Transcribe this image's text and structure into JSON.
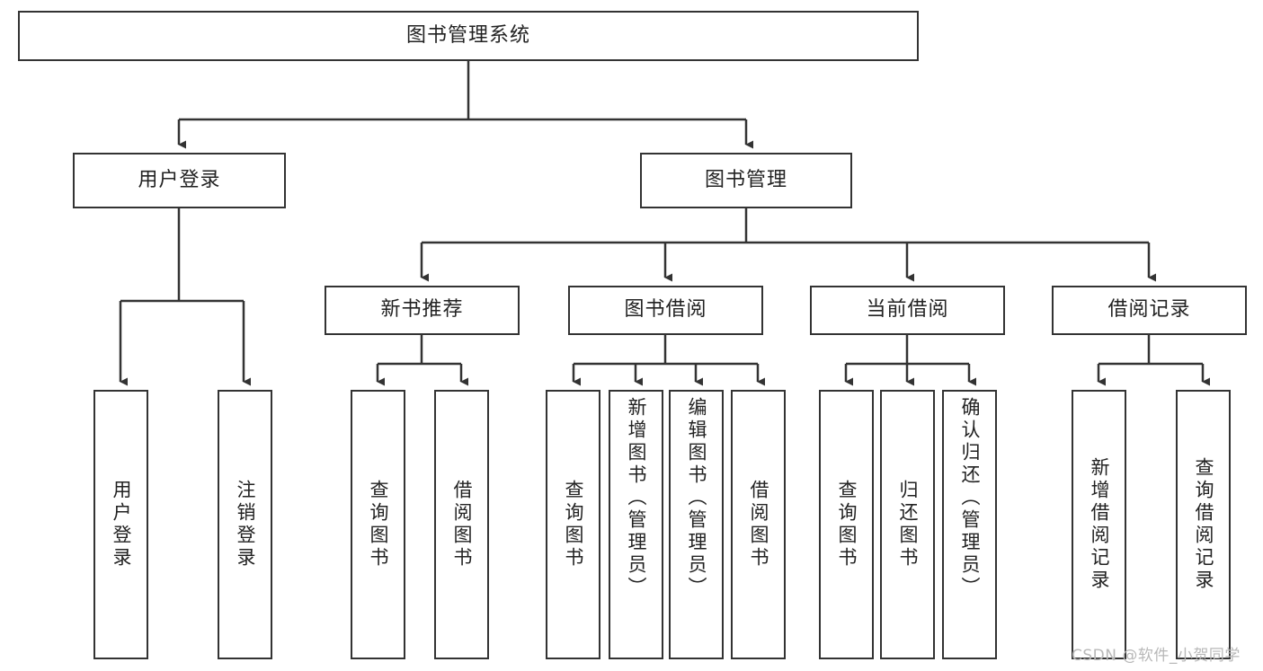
{
  "diagram": {
    "type": "tree-hierarchy",
    "title": "图书管理系统",
    "root": {
      "id": "root",
      "label": "图书管理系统",
      "orientation": "horizontal"
    },
    "level1": [
      {
        "id": "user-login",
        "label": "用户登录",
        "orientation": "horizontal"
      },
      {
        "id": "book-management",
        "label": "图书管理",
        "orientation": "horizontal"
      }
    ],
    "level2": [
      {
        "id": "new-book-recommend",
        "label": "新书推荐",
        "orientation": "horizontal",
        "parent": "book-management"
      },
      {
        "id": "book-borrow",
        "label": "图书借阅",
        "orientation": "horizontal",
        "parent": "book-management"
      },
      {
        "id": "current-borrow",
        "label": "当前借阅",
        "orientation": "horizontal",
        "parent": "book-management"
      },
      {
        "id": "borrow-record",
        "label": "借阅记录",
        "orientation": "horizontal",
        "parent": "book-management"
      }
    ],
    "leaves": [
      {
        "id": "leaf-user-login",
        "label": "用户登录",
        "orientation": "vertical",
        "parent": "user-login"
      },
      {
        "id": "leaf-user-logout",
        "label": "注销登录",
        "orientation": "vertical",
        "parent": "user-login"
      },
      {
        "id": "leaf-query-book-1",
        "label": "查询图书",
        "orientation": "vertical",
        "parent": "new-book-recommend"
      },
      {
        "id": "leaf-borrow-book-1",
        "label": "借阅图书",
        "orientation": "vertical",
        "parent": "new-book-recommend"
      },
      {
        "id": "leaf-query-book-2",
        "label": "查询图书",
        "orientation": "vertical",
        "parent": "book-borrow"
      },
      {
        "id": "leaf-add-book",
        "label": "新增图书（管理员）",
        "orientation": "vertical",
        "parent": "book-borrow"
      },
      {
        "id": "leaf-edit-book",
        "label": "编辑图书（管理员）",
        "orientation": "vertical",
        "parent": "book-borrow"
      },
      {
        "id": "leaf-borrow-book-2",
        "label": "借阅图书",
        "orientation": "vertical",
        "parent": "book-borrow"
      },
      {
        "id": "leaf-query-book-3",
        "label": "查询图书",
        "orientation": "vertical",
        "parent": "current-borrow"
      },
      {
        "id": "leaf-return-book",
        "label": "归还图书",
        "orientation": "vertical",
        "parent": "current-borrow"
      },
      {
        "id": "leaf-confirm-return",
        "label": "确认归还（管理员）",
        "orientation": "vertical",
        "parent": "current-borrow"
      },
      {
        "id": "leaf-add-record",
        "label": "新增借阅记录",
        "orientation": "vertical",
        "parent": "borrow-record"
      },
      {
        "id": "leaf-query-record",
        "label": "查询借阅记录",
        "orientation": "vertical",
        "parent": "borrow-record"
      }
    ],
    "colors": {
      "border": "#333333",
      "connector": "#333333",
      "text": "#222222",
      "background": "#ffffff",
      "watermark": "#b8b8b8"
    }
  },
  "watermark": {
    "text": "CSDN @软件_小贺同学"
  }
}
